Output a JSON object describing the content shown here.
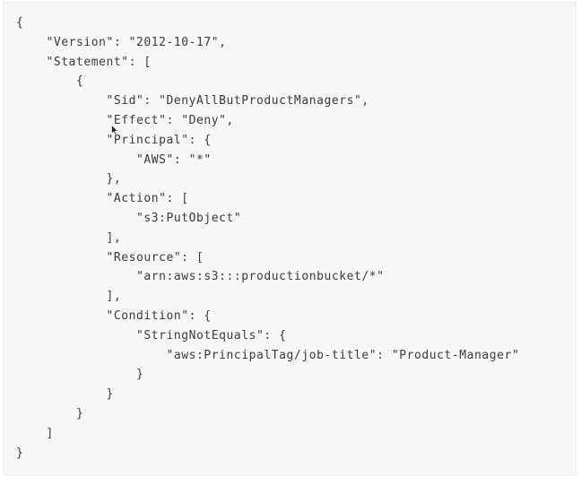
{
  "code": {
    "lines": [
      "{",
      "    \"Version\": \"2012-10-17\",",
      "    \"Statement\": [",
      "        {",
      "            \"Sid\": \"DenyAllButProductManagers\",",
      "            \"Effect\": \"Deny\",",
      "            \"Principal\": {",
      "                \"AWS\": \"*\"",
      "            },",
      "            \"Action\": [",
      "                \"s3:PutObject\"",
      "            ],",
      "            \"Resource\": [",
      "                \"arn:aws:s3:::productionbucket/*\"",
      "            ],",
      "            \"Condition\": {",
      "                \"StringNotEquals\": {",
      "                    \"aws:PrincipalTag/job-title\": \"Product-Manager\"",
      "                }",
      "            }",
      "        }",
      "    ]",
      "}"
    ]
  },
  "cursor": {
    "icon": "mouse-pointer-icon"
  }
}
